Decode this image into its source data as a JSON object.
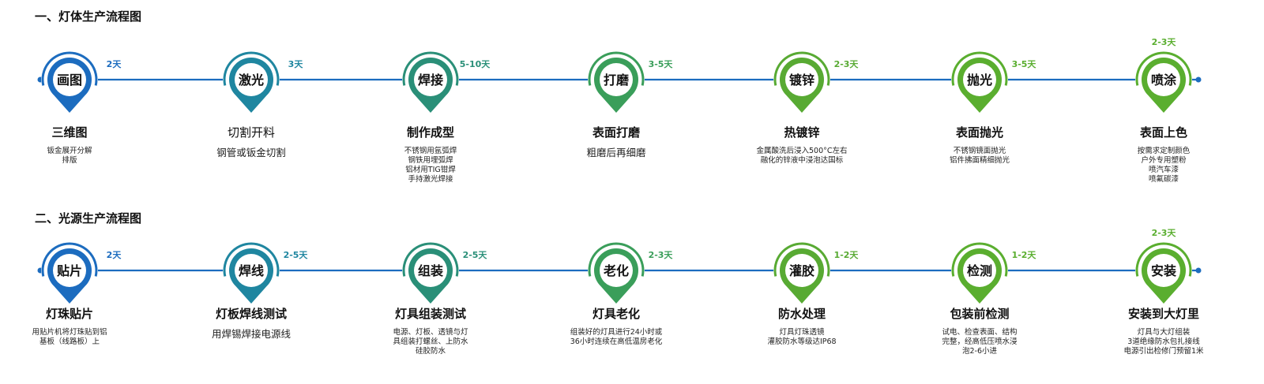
{
  "sections": [
    {
      "title": "一、灯体生产流程图",
      "steps": [
        {
          "pin": "画图",
          "title": "三维图",
          "desc": "钣金展开分解\n排版",
          "color": "#1c6cbf",
          "duration": "2天",
          "dur_color": "#1c6cbf",
          "light_title": false,
          "big_desc": false
        },
        {
          "pin": "激光",
          "title": "切割开料",
          "desc": "钢管或钣金切割",
          "color": "#1f86a0",
          "duration": "3天",
          "dur_color": "#1f86a0",
          "light_title": true,
          "big_desc": true
        },
        {
          "pin": "焊接",
          "title": "制作成型",
          "desc": "不锈钢用氩弧焊\n钢铁用埋弧焊\n铝材用TIG钳焊\n手持激光焊接",
          "color": "#2a8f78",
          "duration": "5-10天",
          "dur_color": "#2a8f78",
          "light_title": false,
          "big_desc": false
        },
        {
          "pin": "打磨",
          "title": "表面打磨",
          "desc": "粗磨后再细磨",
          "color": "#3a9e5a",
          "duration": "3-5天",
          "dur_color": "#3a9e5a",
          "light_title": false,
          "big_desc": true
        },
        {
          "pin": "镀锌",
          "title": "热镀锌",
          "desc": "金属酸洗后浸入500°C左右\n融化的锌液中浸泡达国标",
          "color": "#58aa33",
          "duration": "2-3天",
          "dur_color": "#58aa33",
          "light_title": false,
          "big_desc": false
        },
        {
          "pin": "抛光",
          "title": "表面抛光",
          "desc": "不锈钢镜面抛光\n铝件拂面精细抛光",
          "color": "#5aae2f",
          "duration": "3-5天",
          "dur_color": "#5aae2f",
          "light_title": false,
          "big_desc": false
        },
        {
          "pin": "喷涂",
          "title": "表面上色",
          "desc": "按需求定制颜色\n户外专用塑粉\n喷汽车漆\n喷氟碳漆",
          "color": "#5aae2f",
          "duration": "2-3天",
          "dur_color": "#5aae2f",
          "light_title": false,
          "big_desc": false
        }
      ]
    },
    {
      "title": "二、光源生产流程图",
      "steps": [
        {
          "pin": "贴片",
          "title": "灯珠贴片",
          "desc": "用贴片机将灯珠贴到铝\n基板（线路板）上",
          "color": "#1c6cbf",
          "duration": "2天",
          "dur_color": "#1c6cbf",
          "light_title": false,
          "big_desc": false
        },
        {
          "pin": "焊线",
          "title": "灯板焊线测试",
          "desc": "用焊锡焊接电源线",
          "color": "#1f86a0",
          "duration": "2-5天",
          "dur_color": "#1f86a0",
          "light_title": false,
          "big_desc": true
        },
        {
          "pin": "组装",
          "title": "灯具组装测试",
          "desc": "电源、灯板、透镜与灯\n具组装打螺丝、上防水\n硅胶防水",
          "color": "#2a8f78",
          "duration": "2-5天",
          "dur_color": "#2a8f78",
          "light_title": false,
          "big_desc": false
        },
        {
          "pin": "老化",
          "title": "灯具老化",
          "desc": "组装好的灯具进行24小时或\n36小时连续在高低温房老化",
          "color": "#3a9e5a",
          "duration": "2-3天",
          "dur_color": "#3a9e5a",
          "light_title": false,
          "big_desc": false
        },
        {
          "pin": "灌胶",
          "title": "防水处理",
          "desc": "灯具灯珠透镜\n灌胶防水等级达IP68",
          "color": "#58aa33",
          "duration": "1-2天",
          "dur_color": "#58aa33",
          "light_title": false,
          "big_desc": false
        },
        {
          "pin": "检测",
          "title": "包装前检测",
          "desc": "试电、检查表面、结构\n完整，经高低压喷水浸\n泡2-6小进",
          "color": "#5aae2f",
          "duration": "1-2天",
          "dur_color": "#5aae2f",
          "light_title": false,
          "big_desc": false
        },
        {
          "pin": "安装",
          "title": "安装到大灯里",
          "desc": "灯具与大灯组装\n3道绝缘防水包扎接线\n电源引出检修门预留1米",
          "color": "#5aae2f",
          "duration": "2-3天",
          "dur_color": "#5aae2f",
          "light_title": false,
          "big_desc": false
        }
      ]
    }
  ]
}
